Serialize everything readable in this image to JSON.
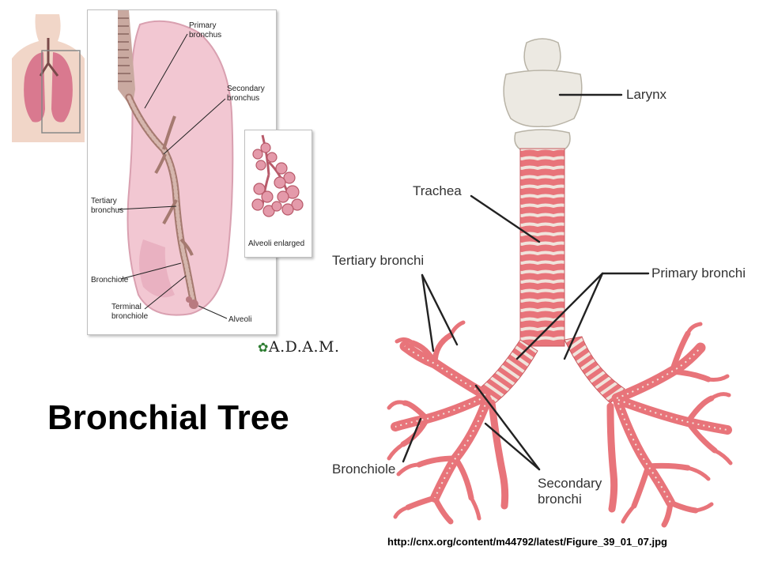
{
  "title": "Bronchial Tree",
  "adam": {
    "labels": {
      "primary_bronchus": "Primary\nbronchus",
      "secondary_bronchus": "Secondary\nbronchus",
      "tertiary_bronchus": "Tertiary\nbronchus",
      "bronchiole": "Bronchiole",
      "terminal_bronchiole": "Terminal\nbronchiole",
      "alveoli": "Alveoli",
      "alveoli_enlarged": "Alveoli enlarged"
    },
    "logo": "A.D.A.M."
  },
  "tree": {
    "labels": {
      "larynx": "Larynx",
      "trachea": "Trachea",
      "tertiary_bronchi": "Tertiary bronchi",
      "primary_bronchi": "Primary bronchi",
      "bronchiole": "Bronchiole",
      "secondary_bronchi": "Secondary\nbronchi"
    }
  },
  "source_url": "http://cnx.org/content/m44792/latest/Figure_39_01_07.jpg",
  "colors": {
    "lung_pink": "#f2c7d2",
    "lung_edge": "#d9a0b0",
    "airway_red": "#e8747a",
    "cartilage": "#f0e4dc",
    "larynx": "#ece9e2",
    "leader": "#222222"
  }
}
